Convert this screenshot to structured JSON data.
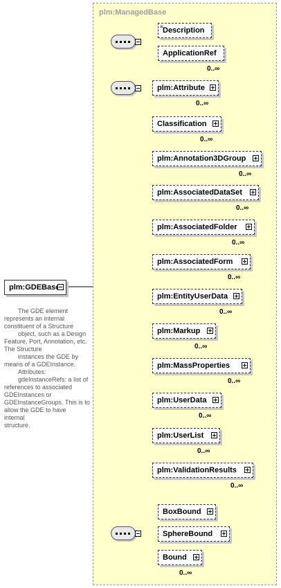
{
  "container": {
    "title": "plm:ManagedBase"
  },
  "root": {
    "label": "plm:GDEBase"
  },
  "documentation": [
    "        The GDE element represents an internal constituent of a Structure",
    "        object, such as a Design Feature, Port, Annotation, etc. The Structure",
    "        instances the GDE by means of a GDEInstance.",
    "",
    "        Attributes:",
    "",
    "        gdeInstanceRefs: a list of references to associated GDEInstances or",
    "",
    "GDEInstanceGroups. This is to allow the GDE to have                     internal",
    "structure."
  ],
  "group1": {
    "elements": [
      {
        "label": "Description",
        "cardinality": ""
      },
      {
        "label": "ApplicationRef",
        "cardinality": "0..∞"
      }
    ]
  },
  "group2": {
    "elements": [
      {
        "label": "plm:Attribute",
        "cardinality": "0..∞"
      },
      {
        "label": "Classification",
        "cardinality": "0..∞"
      },
      {
        "label": "plm:Annotation3DGroup",
        "cardinality": "0..∞"
      },
      {
        "label": "plm:AssociatedDataSet",
        "cardinality": "0..∞"
      },
      {
        "label": "plm:AssociatedFolder",
        "cardinality": "0..∞"
      },
      {
        "label": "plm:AssociatedForm",
        "cardinality": "0..∞"
      },
      {
        "label": "plm:EntityUserData",
        "cardinality": "0..∞"
      },
      {
        "label": "plm:Markup",
        "cardinality": "0..∞"
      },
      {
        "label": "plm:MassProperties",
        "cardinality": "0..∞"
      },
      {
        "label": "plm:UserData",
        "cardinality": "0..∞"
      },
      {
        "label": "plm:UserList",
        "cardinality": "0..∞"
      },
      {
        "label": "plm:ValidationResults",
        "cardinality": "0..∞"
      }
    ]
  },
  "group3": {
    "elements": [
      {
        "label": "BoxBound",
        "cardinality": ""
      },
      {
        "label": "SphereBound",
        "cardinality": ""
      },
      {
        "label": "Bound",
        "cardinality": "0..∞"
      }
    ]
  }
}
